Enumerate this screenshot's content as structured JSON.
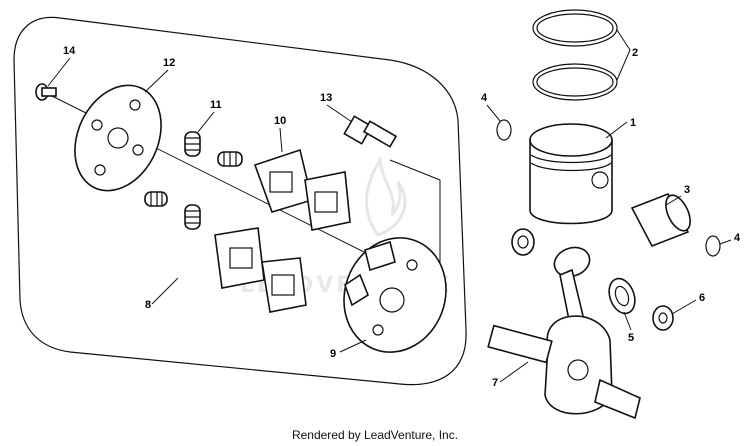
{
  "credit": "Rendered by LeadVenture, Inc.",
  "watermark": "LEADVENTURE",
  "callouts": [
    "14",
    "12",
    "11",
    "10",
    "13",
    "8",
    "9",
    "2",
    "4",
    "1",
    "3",
    "4",
    "5",
    "6",
    "7"
  ],
  "colors": {
    "line": "#111111",
    "watermark": "#e8e8e8"
  }
}
